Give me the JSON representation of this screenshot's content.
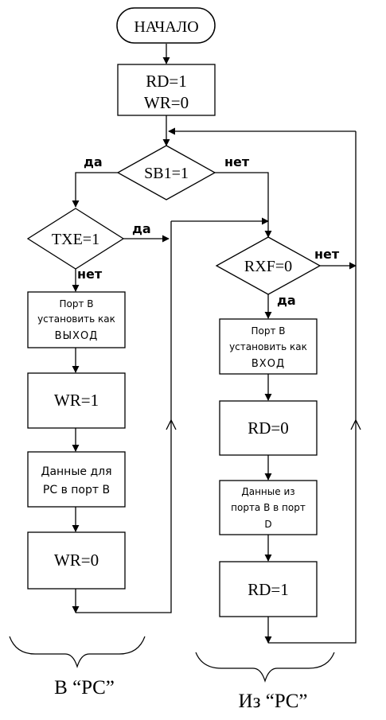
{
  "diagram": {
    "start": "НАЧАЛО",
    "init_line1": "RD=1",
    "init_line2": "WR=0",
    "sb1": "SB1=1",
    "sb1_yes": "да",
    "sb1_no": "нет",
    "txe": "TXE=1",
    "txe_yes": "да",
    "txe_no": "нет",
    "out_port_line1": "Порт B",
    "out_port_line2": "установить как",
    "out_port_line3": "ВЫХОД",
    "wr1": "WR=1",
    "data_to_pc_line1": "Данные для",
    "data_to_pc_line2": "PC в порт B",
    "wr0": "WR=0",
    "rxf": "RXF=0",
    "rxf_yes": "да",
    "rxf_no": "нет",
    "in_port_line1": "Порт B",
    "in_port_line2": "установить как",
    "in_port_line3": "ВХОД",
    "rd0": "RD=0",
    "data_from_pc_line1": "Данные из",
    "data_from_pc_line2": "порта B в порт",
    "data_from_pc_line3": "D",
    "rd1": "RD=1",
    "caption_left": "В  “PC”",
    "caption_right": "Из  “PC”"
  }
}
